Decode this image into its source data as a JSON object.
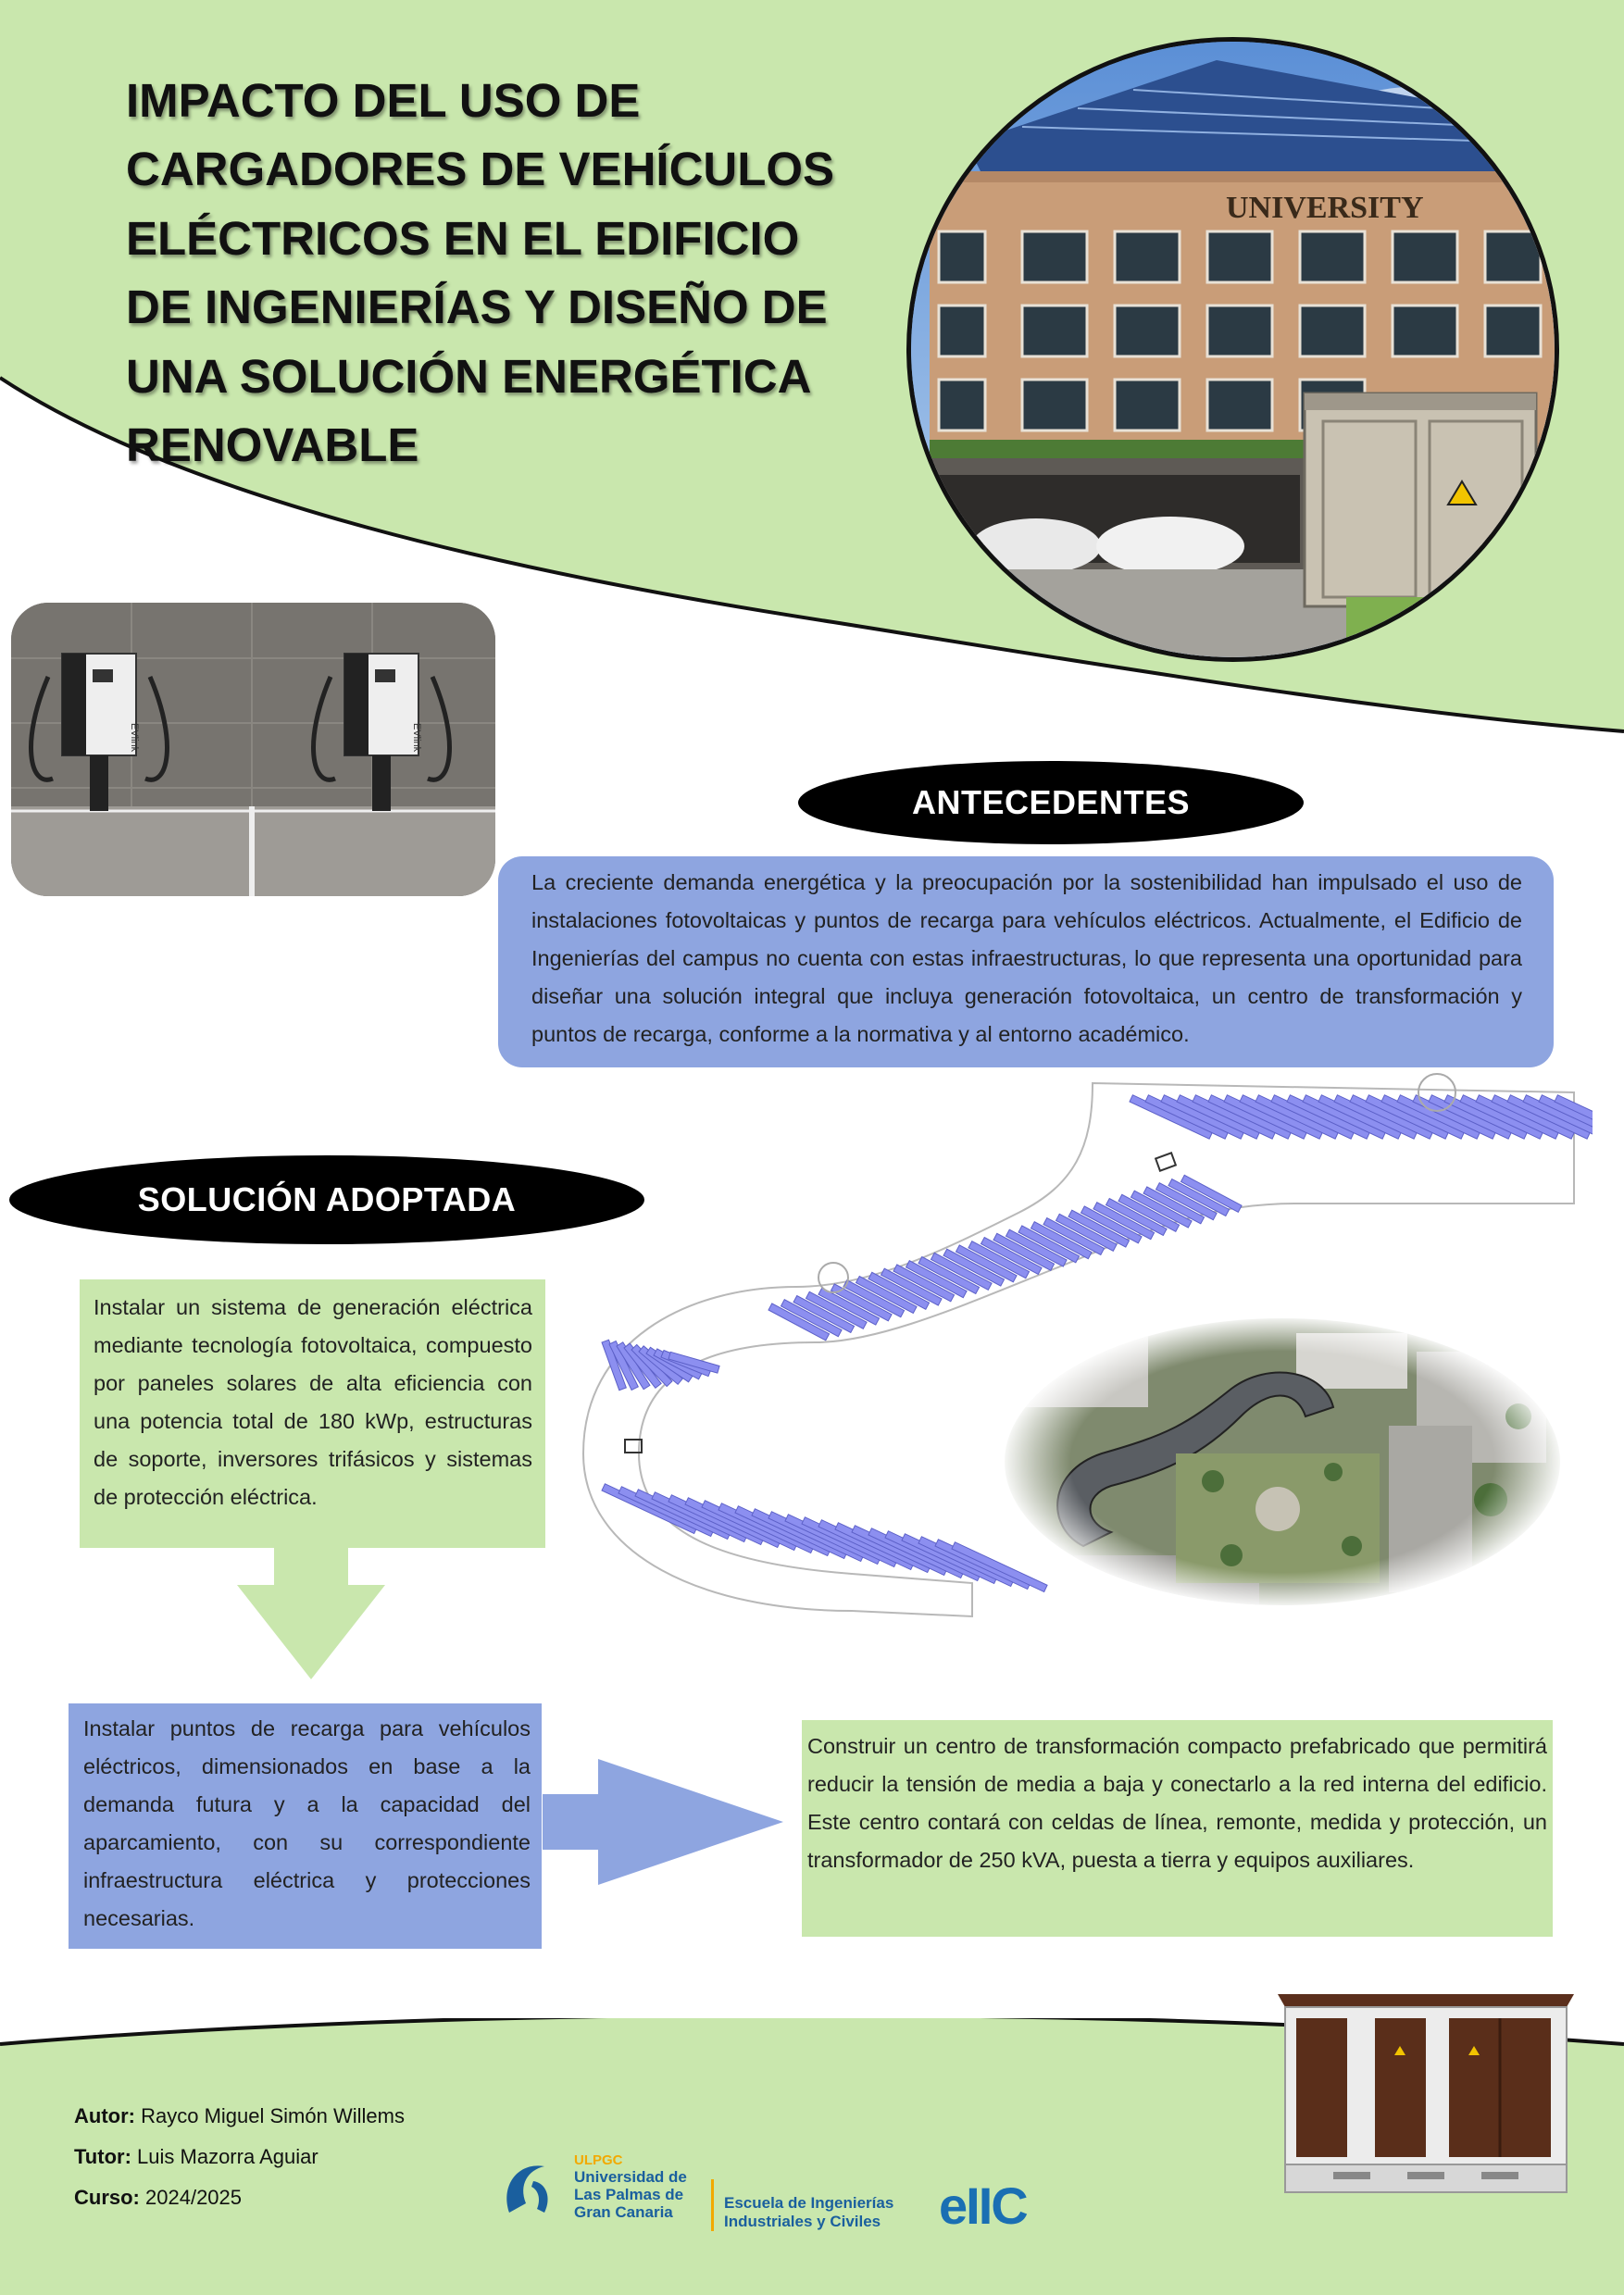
{
  "title_lines": [
    "IMPACTO DEL USO DE",
    "CARGADORES DE VEHÍCULOS",
    "ELÉCTRICOS EN EL EDIFICIO",
    "DE INGENIERÍAS Y DISEÑO DE",
    "UNA SOLUCIÓN ENERGÉTICA",
    "RENOVABLE"
  ],
  "images": {
    "building_sign": "UNIVERSITY",
    "charger_brand": "EVlink"
  },
  "antecedentes": {
    "heading": "ANTECEDENTES",
    "text": "La creciente demanda energética y la preocupación por la sostenibilidad han impulsado el uso de instalaciones fotovoltaicas y puntos de recarga para vehículos eléctricos. Actualmente, el Edificio de Ingenierías del campus no cuenta con estas infraestructuras, lo que representa una oportunidad para diseñar una solución integral que incluya generación fotovoltaica, un centro de transformación y puntos de recarga, conforme a la normativa y al entorno académico."
  },
  "solucion": {
    "heading": "SOLUCIÓN ADOPTADA",
    "fotovoltaica": "Instalar un sistema de generación eléctrica mediante tecnología fotovoltaica, compuesto por paneles solares de alta eficiencia con una potencia total de 180 kWp, estructuras de soporte, inversores trifásicos y sistemas de protección eléctrica.",
    "recarga": "Instalar puntos de recarga para vehículos eléctricos, dimensionados en base a la demanda futura y a la capacidad del aparcamiento, con su correspondiente infraestructura eléctrica y protecciones necesarias.",
    "transformacion": "Construir un centro de transformación compacto prefabricado que permitirá reducir la tensión de media a baja y conectarlo a la red interna del edificio. Este centro contará con celdas de línea, remonte, medida y protección, un transformador de 250 kVA, puesta a tierra y equipos auxiliares."
  },
  "credits": {
    "autor_label": "Autor:",
    "autor": "Rayco Miguel Simón Willems",
    "tutor_label": "Tutor:",
    "tutor": "Luis Mazorra Aguiar",
    "curso_label": "Curso:",
    "curso": "2024/2025"
  },
  "logos": {
    "ulpgc_acronym": "ULPGC",
    "ulpgc_line1": "Universidad de",
    "ulpgc_line2": "Las Palmas de",
    "ulpgc_line3": "Gran Canaria",
    "school_line1": "Escuela de Ingenierías",
    "school_line2": "Industriales y Civiles",
    "school_mark": "eIIC"
  },
  "colors": {
    "green": "#c9e7ad",
    "blue": "#8ea5e0",
    "black": "#000000",
    "panel_blue": "#8c8ff0"
  }
}
